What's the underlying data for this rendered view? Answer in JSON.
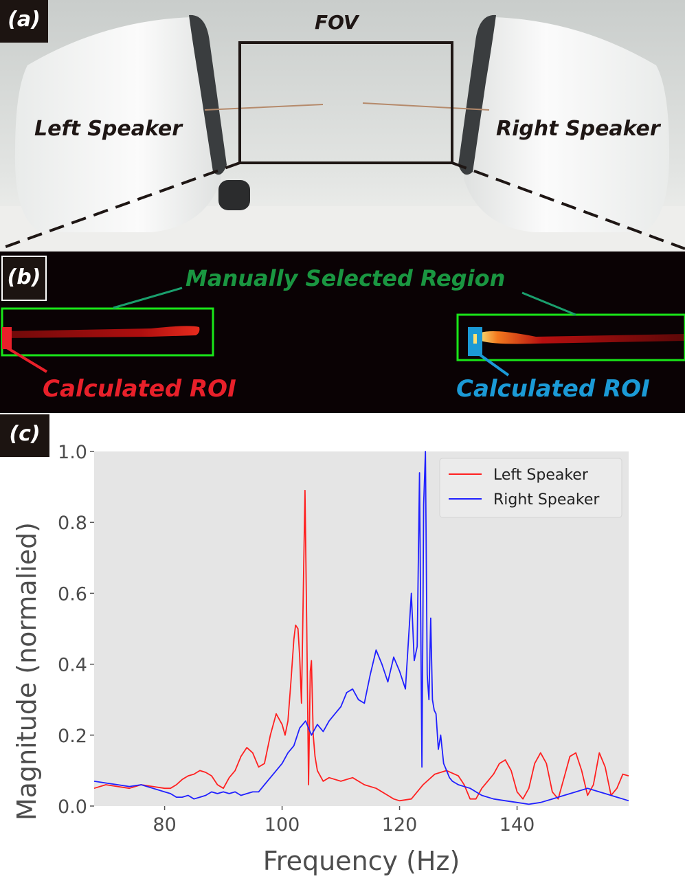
{
  "panel_a": {
    "tag": "(a)",
    "fov_label": "FOV",
    "left_label": "Left Speaker",
    "right_label": "Right Speaker"
  },
  "panel_b": {
    "tag": "(b)",
    "region_label": "Manually Selected Region",
    "left_roi_label": "Calculated ROI",
    "right_roi_label": "Calculated ROI"
  },
  "panel_c": {
    "tag": "(c)"
  },
  "colors": {
    "left": "#ff2020",
    "right": "#2020ff",
    "region": "#19e619",
    "region_text": "#1a9641",
    "roi_left": "#e8202a",
    "roi_right": "#1b9ad6"
  },
  "chart_data": {
    "type": "line",
    "xlabel": "Frequency (Hz)",
    "ylabel": "Magnitude (normalied)",
    "xlim": [
      68,
      159
    ],
    "ylim": [
      0.0,
      1.0
    ],
    "xticks": [
      80,
      100,
      120,
      140
    ],
    "yticks": [
      0.0,
      0.2,
      0.4,
      0.6,
      0.8,
      1.0
    ],
    "ytick_labels": [
      "0.0",
      "0.2",
      "0.4",
      "0.6",
      "0.8",
      "1.0"
    ],
    "grid": false,
    "legend_position": "top-right",
    "series": [
      {
        "name": "Left Speaker",
        "color": "#ff2020",
        "x": [
          68,
          70,
          72,
          74,
          76,
          78,
          80,
          81,
          82,
          83,
          84,
          85,
          86,
          87,
          88,
          89,
          90,
          91,
          92,
          93,
          94,
          95,
          96,
          97,
          98,
          99,
          100,
          100.5,
          101,
          101.5,
          102,
          102.3,
          102.7,
          103,
          103.3,
          103.6,
          103.9,
          104.2,
          104.5,
          104.8,
          105.0,
          105.3,
          105.6,
          106,
          107,
          108,
          110,
          112,
          114,
          116,
          118,
          119,
          120,
          122,
          124,
          126,
          128,
          130,
          131,
          132,
          133,
          134,
          136,
          137,
          138,
          139,
          140,
          141,
          142,
          143,
          144,
          145,
          146,
          147,
          148,
          149,
          150,
          151,
          152,
          153,
          154,
          155,
          156,
          157,
          158,
          159
        ],
        "y": [
          0.05,
          0.06,
          0.055,
          0.05,
          0.06,
          0.055,
          0.05,
          0.05,
          0.06,
          0.075,
          0.085,
          0.09,
          0.1,
          0.095,
          0.085,
          0.06,
          0.05,
          0.08,
          0.1,
          0.14,
          0.165,
          0.15,
          0.11,
          0.12,
          0.2,
          0.26,
          0.23,
          0.2,
          0.24,
          0.35,
          0.47,
          0.51,
          0.5,
          0.42,
          0.29,
          0.6,
          0.89,
          0.5,
          0.06,
          0.38,
          0.41,
          0.2,
          0.14,
          0.1,
          0.07,
          0.08,
          0.07,
          0.08,
          0.06,
          0.05,
          0.03,
          0.02,
          0.015,
          0.02,
          0.06,
          0.09,
          0.1,
          0.085,
          0.06,
          0.02,
          0.02,
          0.05,
          0.09,
          0.12,
          0.13,
          0.1,
          0.04,
          0.02,
          0.05,
          0.12,
          0.15,
          0.12,
          0.04,
          0.02,
          0.08,
          0.14,
          0.15,
          0.1,
          0.03,
          0.06,
          0.15,
          0.11,
          0.03,
          0.05,
          0.09,
          0.085
        ]
      },
      {
        "name": "Right Speaker",
        "color": "#2020ff",
        "x": [
          68,
          70,
          72,
          74,
          76,
          78,
          80,
          81,
          82,
          83,
          84,
          85,
          86,
          87,
          88,
          89,
          90,
          91,
          92,
          93,
          94,
          95,
          96,
          97,
          98,
          99,
          100,
          101,
          102,
          103,
          104,
          105,
          106,
          107,
          108,
          109,
          110,
          111,
          112,
          113,
          114,
          115,
          116,
          117,
          118,
          119,
          120,
          121,
          122,
          122.5,
          123,
          123.4,
          123.8,
          124.1,
          124.4,
          124.7,
          125.0,
          125.3,
          125.6,
          125.9,
          126.2,
          126.6,
          127,
          127.5,
          128,
          128.5,
          129,
          130,
          132,
          134,
          136,
          138,
          140,
          142,
          144,
          146,
          148,
          150,
          152,
          154,
          155,
          156,
          157,
          158,
          159
        ],
        "y": [
          0.07,
          0.065,
          0.06,
          0.055,
          0.06,
          0.05,
          0.04,
          0.035,
          0.025,
          0.025,
          0.03,
          0.02,
          0.025,
          0.03,
          0.04,
          0.035,
          0.04,
          0.035,
          0.04,
          0.03,
          0.035,
          0.04,
          0.04,
          0.06,
          0.08,
          0.1,
          0.12,
          0.15,
          0.17,
          0.22,
          0.24,
          0.2,
          0.23,
          0.21,
          0.24,
          0.26,
          0.28,
          0.32,
          0.33,
          0.3,
          0.29,
          0.37,
          0.44,
          0.4,
          0.35,
          0.42,
          0.38,
          0.33,
          0.6,
          0.41,
          0.45,
          0.94,
          0.11,
          0.85,
          1.0,
          0.37,
          0.3,
          0.53,
          0.3,
          0.27,
          0.26,
          0.16,
          0.2,
          0.12,
          0.1,
          0.08,
          0.07,
          0.06,
          0.05,
          0.03,
          0.02,
          0.015,
          0.01,
          0.005,
          0.01,
          0.02,
          0.03,
          0.04,
          0.05,
          0.04,
          0.035,
          0.03,
          0.025,
          0.02,
          0.015
        ]
      }
    ]
  }
}
